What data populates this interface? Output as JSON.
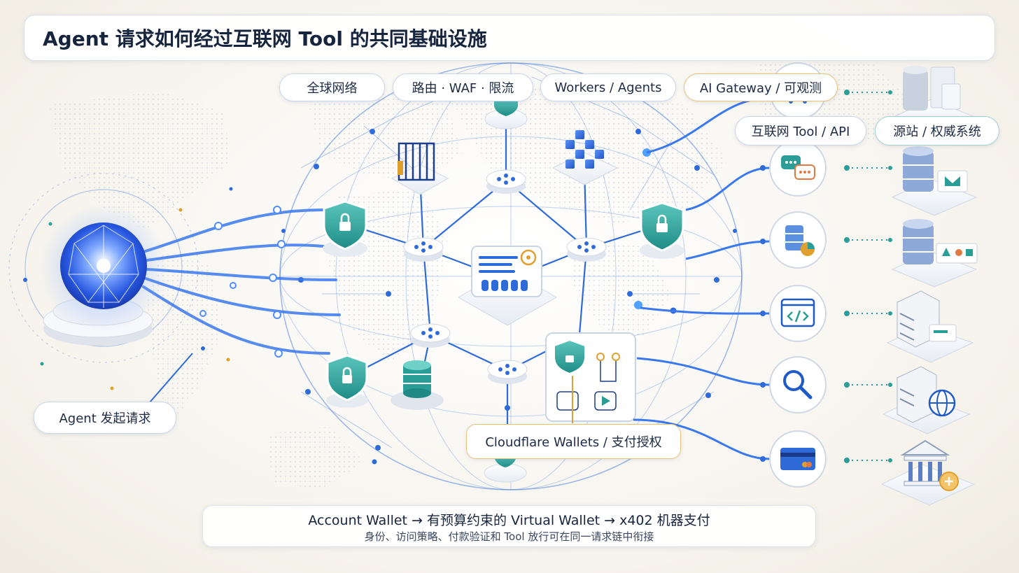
{
  "title": "Agent 请求如何经过互联网 Tool 的共同基础设施",
  "labels": {
    "global_network": "全球网络",
    "routing": "路由 · WAF · 限流",
    "workers": "Workers / Agents",
    "ai_gateway": "AI Gateway / 可观测",
    "internet_tool": "互联网 Tool / API",
    "origin": "源站 / 权威系统",
    "agent_request": "Agent 发起请求",
    "wallets": "Cloudflare Wallets / 支付授权"
  },
  "footer": {
    "main": "Account Wallet → 有预算约束的 Virtual Wallet → x402 机器支付",
    "sub": "身份、访问策略、付款验证和 Tool 放行可在同一请求链中衔接"
  },
  "colors": {
    "primary_blue": "#2f6bd8",
    "teal": "#2a9d96",
    "gold": "#e0a030"
  }
}
